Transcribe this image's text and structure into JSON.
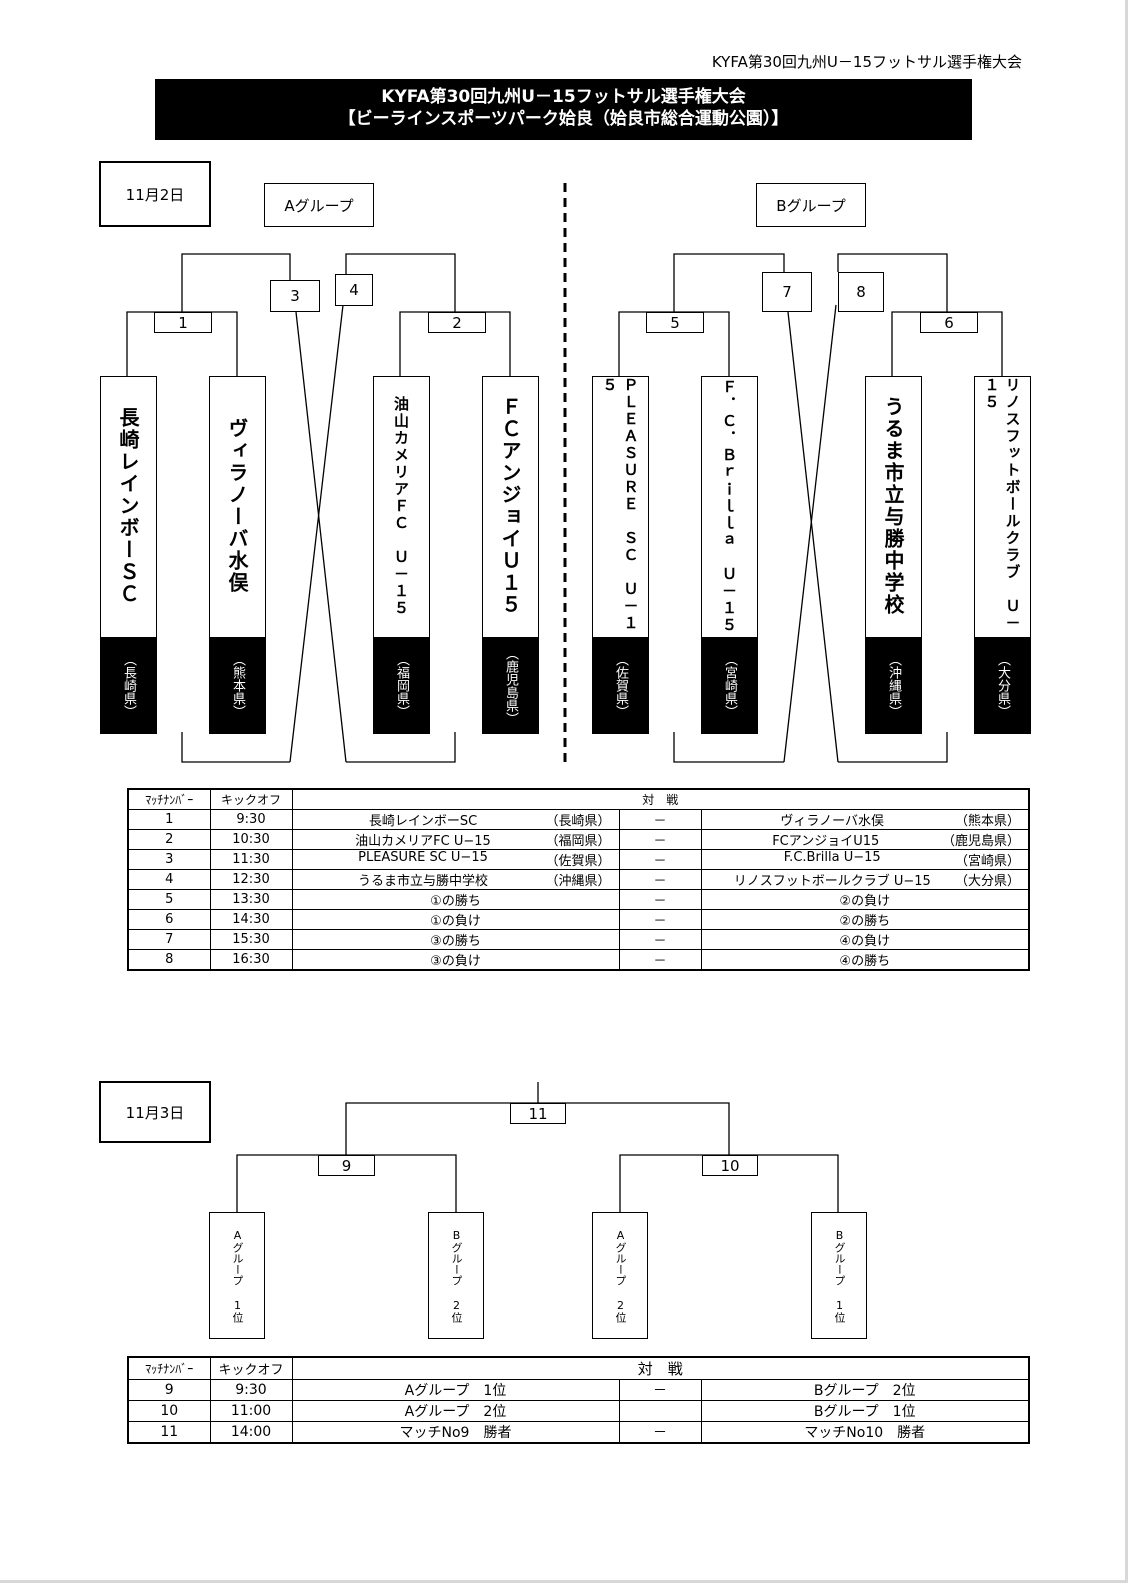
{
  "header": {
    "doc_label": "KYFA第30回九州U－15フットサル選手権大会",
    "title_line1": "KYFA第30回九州U－15フットサル選手権大会",
    "title_line2": "【ビーラインスポーツパーク姶良（姶良市総合運動公園）】"
  },
  "day1": {
    "date": "11月2日",
    "group_a": "Aグループ",
    "group_b": "Bグループ",
    "match_numbers": [
      "1",
      "2",
      "3",
      "4",
      "5",
      "6",
      "7",
      "8"
    ],
    "teams": [
      {
        "name": "長崎レインボーＳＣ",
        "pref": "（長崎県）"
      },
      {
        "name": "ヴィラノーバ水俣",
        "pref": "（熊本県）"
      },
      {
        "name": "油山カメリアＦＣ　Ｕ－１５",
        "pref": "（福岡県）"
      },
      {
        "name": "ＦＣアンジョイＵ１５",
        "pref": "（鹿児島県）"
      },
      {
        "name": "ＰＬＥＡＳＵＲＥ　ＳＣ　Ｕ－１５",
        "pref": "（佐賀県）"
      },
      {
        "name": "Ｆ．Ｃ．Ｂｒｉｌｌａ　Ｕ－１５",
        "pref": "（宮崎県）"
      },
      {
        "name": "うるま市立与勝中学校",
        "pref": "（沖縄県）"
      },
      {
        "name": "リノスフットボールクラブ　Ｕ－１５",
        "pref": "（大分県）"
      }
    ]
  },
  "table1": {
    "headers": {
      "match_no": "ﾏｯﾁﾅﾝﾊﾞｰ",
      "kickoff": "キックオフ",
      "versus": "対　戦"
    },
    "rows": [
      {
        "no": "1",
        "time": "9:30",
        "home": "長崎レインボーSC",
        "home_pref": "（長崎県）",
        "dash": "－",
        "away": "ヴィラノーバ水俣",
        "away_pref": "（熊本県）"
      },
      {
        "no": "2",
        "time": "10:30",
        "home": "油山カメリアFC U−15",
        "home_pref": "（福岡県）",
        "dash": "－",
        "away": "FCアンジョイU15",
        "away_pref": "（鹿児島県）"
      },
      {
        "no": "3",
        "time": "11:30",
        "home": "PLEASURE SC U−15",
        "home_pref": "（佐賀県）",
        "dash": "－",
        "away": "F.C.Brilla  U−15",
        "away_pref": "（宮崎県）"
      },
      {
        "no": "4",
        "time": "12:30",
        "home": "うるま市立与勝中学校",
        "home_pref": "（沖縄県）",
        "dash": "－",
        "away": "リノスフットボールクラブ  U−15",
        "away_pref": "（大分県）"
      },
      {
        "no": "5",
        "time": "13:30",
        "home": "①の勝ち",
        "home_pref": "",
        "dash": "－",
        "away": "②の負け",
        "away_pref": ""
      },
      {
        "no": "6",
        "time": "14:30",
        "home": "①の負け",
        "home_pref": "",
        "dash": "－",
        "away": "②の勝ち",
        "away_pref": ""
      },
      {
        "no": "7",
        "time": "15:30",
        "home": "③の勝ち",
        "home_pref": "",
        "dash": "－",
        "away": "④の負け",
        "away_pref": ""
      },
      {
        "no": "8",
        "time": "16:30",
        "home": "③の負け",
        "home_pref": "",
        "dash": "－",
        "away": "④の勝ち",
        "away_pref": ""
      }
    ]
  },
  "day2": {
    "date": "11月3日",
    "match_numbers": [
      "9",
      "10",
      "11"
    ],
    "slots": [
      "Aグループ 1位",
      "Bグループ 2位",
      "Aグループ 2位",
      "Bグループ 1位"
    ]
  },
  "table2": {
    "headers": {
      "match_no": "ﾏｯﾁﾅﾝﾊﾞｰ",
      "kickoff": "キックオフ",
      "versus": "対　戦"
    },
    "rows": [
      {
        "no": "9",
        "time": "9:30",
        "home": "Aグループ　1位",
        "dash": "－",
        "away": "Bグループ　2位"
      },
      {
        "no": "10",
        "time": "11:00",
        "home": "Aグループ　2位",
        "dash": "",
        "away": "Bグループ　1位"
      },
      {
        "no": "11",
        "time": "14:00",
        "home": "マッチNo9　勝者",
        "dash": "－",
        "away": "マッチNo10　勝者"
      }
    ]
  }
}
